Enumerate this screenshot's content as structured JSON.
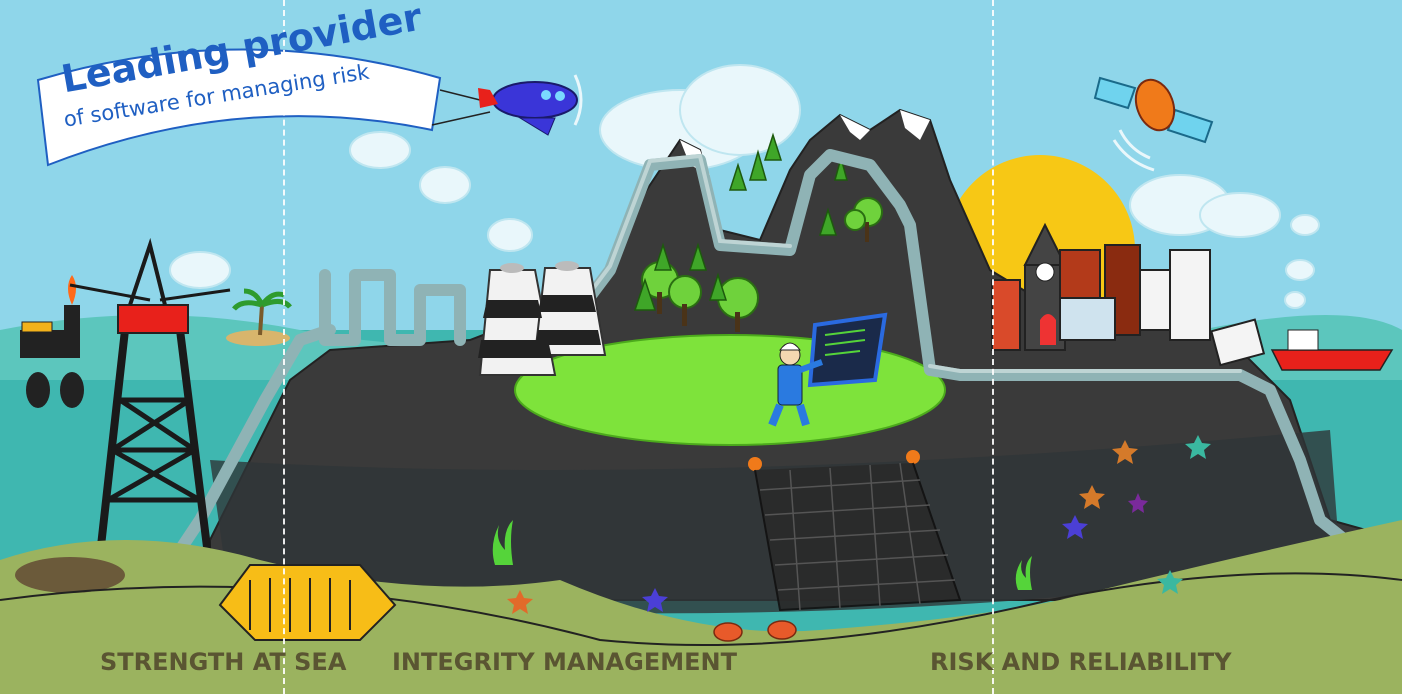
{
  "banner": {
    "title": "Leading provider",
    "subtitle": "of software for managing risk"
  },
  "captions": {
    "strength": "STRENGTH AT SEA",
    "integrity": "INTEGRITY MANAGEMENT",
    "risk": "RISK AND RELIABILITY"
  },
  "colors": {
    "sky": "#8fd6ea",
    "sea": "#3fb7b0",
    "mountain": "#3a3a3a",
    "seabed": "#9bb35f",
    "sun": "#f7c815",
    "pipe": "#8fb3b5",
    "banner_text": "#1f5fc2",
    "caption_text": "#5a5532"
  }
}
